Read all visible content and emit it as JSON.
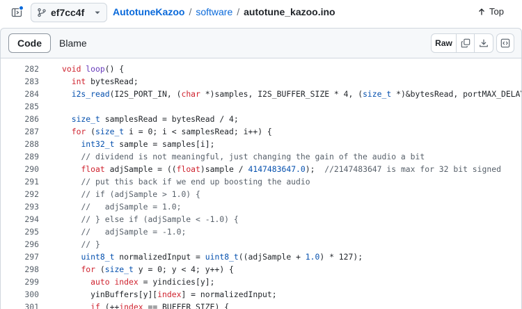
{
  "header": {
    "branch": "ef7cc4f",
    "breadcrumb": {
      "repo": "AutotuneKazoo",
      "sep1": "/",
      "folder": "software",
      "sep2": "/",
      "file": "autotune_kazoo.ino"
    },
    "top_label": "Top"
  },
  "toolbar": {
    "code_tab": "Code",
    "blame_tab": "Blame",
    "raw_label": "Raw"
  },
  "icons": [
    "side-panel-icon",
    "git-branch-icon",
    "chevron-down-icon",
    "arrow-up-icon",
    "copy-icon",
    "download-icon",
    "code-symbols-icon"
  ],
  "code": {
    "lines": [
      {
        "n": "282",
        "indent": "",
        "tokens": [
          {
            "t": "void",
            "c": "kw"
          },
          {
            "t": " "
          },
          {
            "t": "loop",
            "c": "fn"
          },
          {
            "t": "() {"
          }
        ]
      },
      {
        "n": "283",
        "indent": "  ",
        "tokens": [
          {
            "t": "int",
            "c": "kw"
          },
          {
            "t": " bytesRead;"
          }
        ]
      },
      {
        "n": "284",
        "indent": "  ",
        "tokens": [
          {
            "t": "i2s_read",
            "c": "ty"
          },
          {
            "t": "(I2S_PORT_IN, ("
          },
          {
            "t": "char",
            "c": "kw"
          },
          {
            "t": " *)samples, I2S_BUFFER_SIZE * 4, ("
          },
          {
            "t": "size_t",
            "c": "ty"
          },
          {
            "t": " *)&bytesRead, portMAX_DELAY);"
          }
        ]
      },
      {
        "n": "285",
        "indent": "",
        "tokens": []
      },
      {
        "n": "286",
        "indent": "  ",
        "tokens": [
          {
            "t": "size_t",
            "c": "ty"
          },
          {
            "t": " samplesRead = bytesRead / 4;"
          }
        ]
      },
      {
        "n": "287",
        "indent": "  ",
        "tokens": [
          {
            "t": "for",
            "c": "kw"
          },
          {
            "t": " ("
          },
          {
            "t": "size_t",
            "c": "ty"
          },
          {
            "t": " i = 0; i < samplesRead; i++) {"
          }
        ]
      },
      {
        "n": "288",
        "indent": "    ",
        "tokens": [
          {
            "t": "int32_t",
            "c": "ty"
          },
          {
            "t": " sample = samples[i];"
          }
        ]
      },
      {
        "n": "289",
        "indent": "    ",
        "tokens": [
          {
            "t": "// dividend is not meaningful, just changing the gain of the audio a bit",
            "c": "cm"
          }
        ]
      },
      {
        "n": "290",
        "indent": "    ",
        "tokens": [
          {
            "t": "float",
            "c": "kw"
          },
          {
            "t": " adjSample = (("
          },
          {
            "t": "float",
            "c": "kw"
          },
          {
            "t": ")sample / "
          },
          {
            "t": "4147483647.0",
            "c": "num"
          },
          {
            "t": ");  "
          },
          {
            "t": "//2147483647 is max for 32 bit signed",
            "c": "cm"
          }
        ]
      },
      {
        "n": "291",
        "indent": "    ",
        "tokens": [
          {
            "t": "// put this back if we end up boosting the audio",
            "c": "cm"
          }
        ]
      },
      {
        "n": "292",
        "indent": "    ",
        "tokens": [
          {
            "t": "// if (adjSample > 1.0) {",
            "c": "cm"
          }
        ]
      },
      {
        "n": "293",
        "indent": "    ",
        "tokens": [
          {
            "t": "//   adjSample = 1.0;",
            "c": "cm"
          }
        ]
      },
      {
        "n": "294",
        "indent": "    ",
        "tokens": [
          {
            "t": "// } else if (adjSample < -1.0) {",
            "c": "cm"
          }
        ]
      },
      {
        "n": "295",
        "indent": "    ",
        "tokens": [
          {
            "t": "//   adjSample = -1.0;",
            "c": "cm"
          }
        ]
      },
      {
        "n": "296",
        "indent": "    ",
        "tokens": [
          {
            "t": "// }",
            "c": "cm"
          }
        ]
      },
      {
        "n": "297",
        "indent": "    ",
        "tokens": [
          {
            "t": "uint8_t",
            "c": "ty"
          },
          {
            "t": " normalizedInput = "
          },
          {
            "t": "uint8_t",
            "c": "ty"
          },
          {
            "t": "((adjSample + "
          },
          {
            "t": "1.0",
            "c": "num"
          },
          {
            "t": ") * 127);"
          }
        ]
      },
      {
        "n": "298",
        "indent": "    ",
        "tokens": [
          {
            "t": "for",
            "c": "kw"
          },
          {
            "t": " ("
          },
          {
            "t": "size_t",
            "c": "ty"
          },
          {
            "t": " y = 0; y < 4; y++) {"
          }
        ]
      },
      {
        "n": "299",
        "indent": "      ",
        "tokens": [
          {
            "t": "auto",
            "c": "kw"
          },
          {
            "t": " "
          },
          {
            "t": "index",
            "c": "kw"
          },
          {
            "t": " = yindicies[y];"
          }
        ]
      },
      {
        "n": "300",
        "indent": "      ",
        "tokens": [
          {
            "t": "yinBuffers[y]["
          },
          {
            "t": "index",
            "c": "kw"
          },
          {
            "t": "] = normalizedInput;"
          }
        ]
      },
      {
        "n": "301",
        "indent": "      ",
        "tokens": [
          {
            "t": "if",
            "c": "kw"
          },
          {
            "t": " (++"
          },
          {
            "t": "index",
            "c": "kw"
          },
          {
            "t": " == BUFFER_SIZE) {"
          }
        ]
      }
    ]
  }
}
